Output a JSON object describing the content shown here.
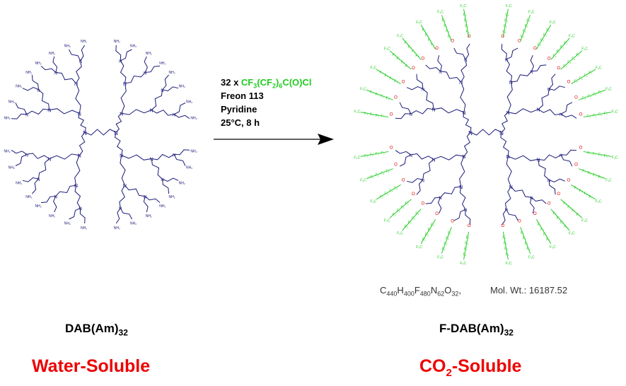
{
  "reaction": {
    "cond1_prefix": "32 x ",
    "reagent_a": "CF",
    "reagent_s1": "3",
    "reagent_b": "(CF",
    "reagent_s2": "2",
    "reagent_c": ")",
    "reagent_s3": "6",
    "reagent_d": "C(O)Cl",
    "cond2": "Freon 113",
    "cond3": "Pyridine",
    "cond4": "25°C, 8 h"
  },
  "product_formula": {
    "c": "C",
    "c_n": "440",
    "h": "H",
    "h_n": "400",
    "f": "F",
    "f_n": "480",
    "n": "N",
    "n_n": "62",
    "o": "O",
    "o_n": "32",
    "sep": ",",
    "mw": "Mol. Wt.: 16187.52"
  },
  "reactant": {
    "name": "DAB(Am)",
    "name_sub": "32",
    "solubility": "Water-Soluble"
  },
  "product": {
    "name": "F-DAB(Am)",
    "name_sub": "32",
    "solubility_a": "CO",
    "solubility_sub": "2",
    "solubility_b": "-Soluble"
  },
  "atom_labels": {
    "amine": "NH₂",
    "nitrogen": "N",
    "carbonyl_o": "O",
    "cf3": "F₃C",
    "cf2": "F₂"
  },
  "colors": {
    "bond": "#1a1a7a",
    "fluorocarbon": "#22cc22",
    "oxygen": "#dd0000",
    "arrow": "#000000",
    "solubility": "#ee0000"
  }
}
